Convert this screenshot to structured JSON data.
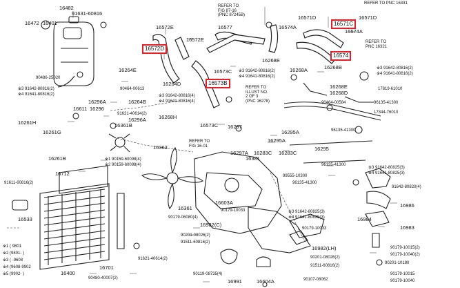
{
  "highlight_color": "#e41e26",
  "labels": {
    "p16482": "16482",
    "p91631_60816": "91631-60816",
    "p16472": "16472",
    "p16401": "16401",
    "p16572E": "16572E",
    "p16572E_b": "16572E",
    "p16577": "16577",
    "p16574A_top": "16574A",
    "p16571D": "16571D",
    "p16571D_b": "16571D",
    "p16574A": "16574A",
    "p16264E": "16264E",
    "p16264D": "16264D",
    "p90464_00613": "90464-00613",
    "p90486_25020": "90486-25020",
    "p91642_80816a": "※3 91642-80816(2)",
    "p91641_80816a": "※4 91641-80816(2)",
    "p16611": "16611",
    "p16296": "16296",
    "p16296A": "16296A",
    "p16264B": "16264B",
    "p91642_80816b": "※3 91642-80816(4)",
    "p91641_80816b": "※4 91641-80816(4)",
    "p16268H": "16268H",
    "p91621_40614": "91621-40614(2)",
    "p16296A_b": "16296A",
    "p16573C": "16573C",
    "p16573C_b": "16573C",
    "p91642_80816c": "※3 91642-80816(2)",
    "p91641_80816c": "※4 91641-80816(2)",
    "p16268E_a": "16268E",
    "p16268A": "16268A",
    "p16268B": "16268B",
    "p16268E": "16268E",
    "p16268D": "16268D",
    "p91642_80816d": "※3 91642-80816(2)",
    "p91641_80816d": "※4 91641-80816(2)",
    "p17819": "17819-61010",
    "p90464_00584": "90464-00584",
    "p96135_41300a": "96135-41300",
    "p17344": "17344-76010",
    "p96135_41300b": "96135-41300",
    "p16261H": "16261H",
    "p16261G": "16261G",
    "p16361B": "16361B",
    "p16297": "16297",
    "p16295A": "16295A",
    "p16295A_b": "16295A",
    "p16295": "16295",
    "p16297A": "16297A",
    "p16283C": "16283C",
    "p16283C_b": "16283C",
    "p16381": "16381",
    "p16363": "16363",
    "p90159_60098": "※1 90159-60098(4)",
    "p90159_60098b": "※2 90159-60098(4)",
    "p16261B": "16261B",
    "p16712": "16712",
    "p99555": "99555-10300",
    "p96135_41300c": "96135-41300",
    "p96135_41300d": "96135-41300",
    "p91642_80825a": "※3 91642-80825(3)",
    "p91641_80825a": "※4 91641-80825(3)",
    "p91642_80820": "91642-80820(4)",
    "p91611_60816": "91611-60816(2)",
    "p16533": "16533",
    "p16361": "16361",
    "p16603A": "16603A",
    "p90179_10033a": "90179-10033",
    "p90179_06080": "90179-06080(4)",
    "p16982C": "16982(C)",
    "p91642_80825b": "※3 91642-80825(3)",
    "p91641_80825b": "※4 91641-80825(3)",
    "p16984": "16984",
    "p16986": "16986",
    "p16983": "16983",
    "p90179_10033b": "90179-10033",
    "p90201_08026": "90201-08026(2)",
    "p91511_60816": "91511-60816(2)",
    "p16982LH": "16982(LH)",
    "p91621_40614b": "91621-40614(2)",
    "p90201_08026b": "90201-08026(2)",
    "p91511_60816b": "91511-60816(2)",
    "p90179_10015": "90179-10015(2)",
    "p90179_10040": "90179-10040(2)",
    "p90201_10180": "90201-10180",
    "p90179_10015b": "90179-10015",
    "p90179_10040b": "90179-10040",
    "p16400": "16400",
    "p16701": "16701",
    "p90480_40007": "90480-40007(2)",
    "p90119_08735": "90119-08735(4)",
    "p16991": "16991",
    "p16604A": "16604A",
    "p90107_08062": "90107-08062",
    "k1": "※1 (       9801",
    "k2": "※2 (9801-      )",
    "k3": "※3 (        -9608",
    "k4": "※4 (9608-9902",
    "k5": "※5 (9902-      )"
  },
  "highlights": {
    "h16572D": "16572D",
    "h16571C": "16571C",
    "h16574": "16574",
    "h16573B": "16573B"
  },
  "refs": {
    "r_fig7": "REFER TO\nFIG 87-16\n(PNC 87245B)",
    "r_pnc16331": "REFER TO PNC 16331",
    "r_pnc16321": "REFER TO\nPNC 16321",
    "r_illust": "REFER TO\nILLUST NO.\n2 OF 3\n(PNC 16278)",
    "r_fig16": "REFER TO\nFIG 16-01"
  }
}
